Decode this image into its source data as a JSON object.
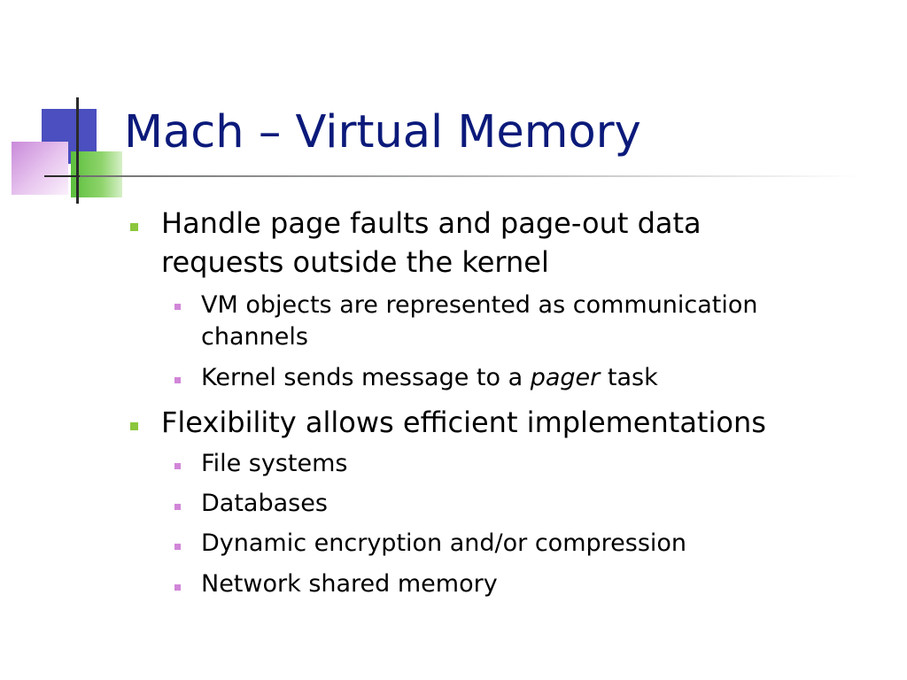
{
  "slide": {
    "title": "Mach – Virtual Memory",
    "bullets": [
      {
        "lines": [
          "Handle page faults and page-out data",
          "requests outside the kernel"
        ],
        "sub": [
          {
            "lines": [
              "VM objects are represented as communication",
              "channels"
            ]
          },
          {
            "before": "Kernel sends message to a ",
            "emphasis": "pager",
            "after": " task"
          }
        ]
      },
      {
        "lines": [
          "Flexibility allows efficient implementations"
        ],
        "sub": [
          {
            "text": "File systems"
          },
          {
            "text": "Databases"
          },
          {
            "text": "Dynamic encryption and/or compression"
          },
          {
            "text": "Network shared memory"
          }
        ]
      }
    ]
  },
  "colors": {
    "title": "#0b1a7a",
    "bullet_level1": "#8cc63e",
    "bullet_level2": "#d186d8",
    "logo_blue": "#4b4fbf",
    "logo_green": "#5bbf3c",
    "logo_pink": "#c98ad9"
  },
  "icons": {
    "level1_bullet": "square-bullet-icon",
    "level2_bullet": "small-square-bullet-icon"
  }
}
